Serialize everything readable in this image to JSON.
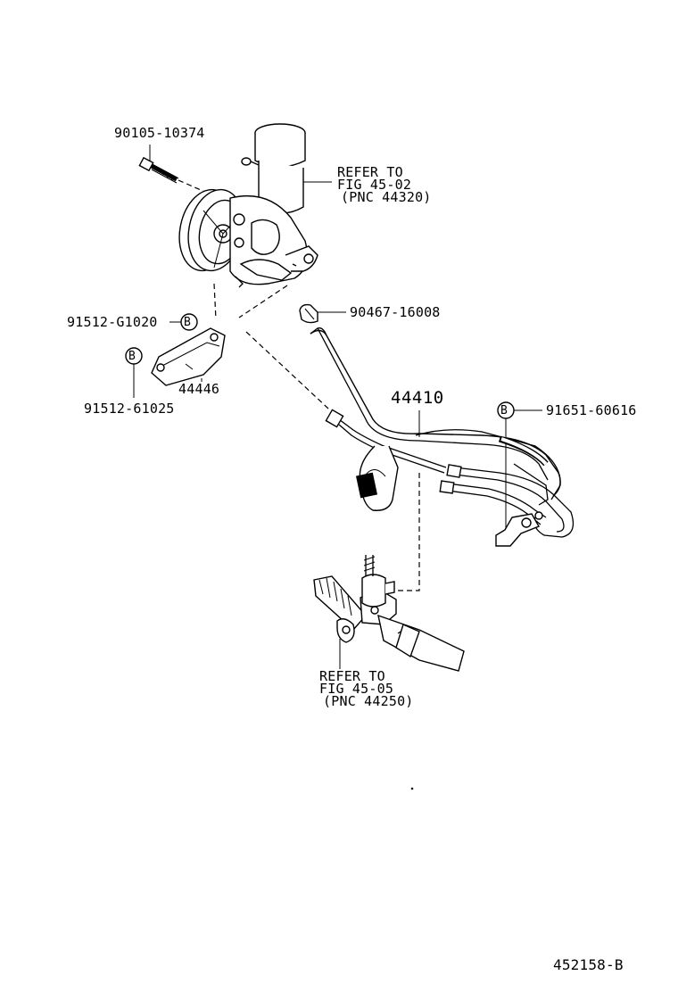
{
  "labels": {
    "bolt": "90105-10374",
    "refer_reservoir_line1": "REFER TO",
    "refer_reservoir_line2": "FIG 45-02",
    "refer_reservoir_line3": "(PNC 44320)",
    "bolt_b_top": "91512-G1020",
    "bracket": "44446",
    "bolt_b_bottom": "91512-61025",
    "hose_clip": "90467-16008",
    "pressure_tube": "44410",
    "clamp": "91651-60616",
    "refer_gear_line1": "REFER TO",
    "refer_gear_line2": "FIG 45-05",
    "refer_gear_line3": "(PNC 44250)",
    "callout_b": "B",
    "figure_id": "452158-B"
  }
}
